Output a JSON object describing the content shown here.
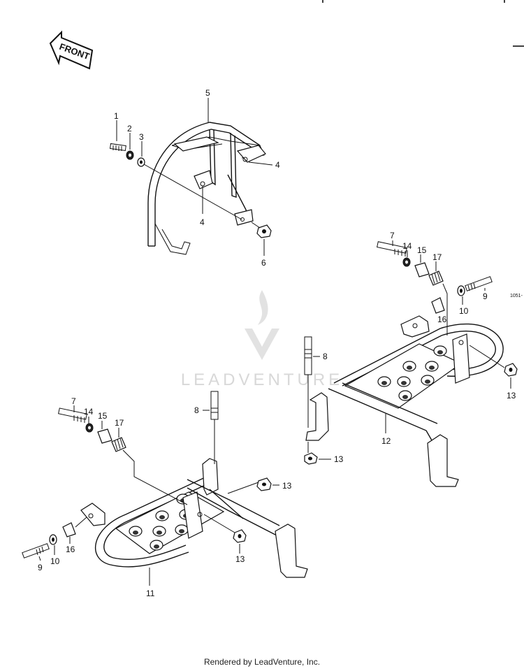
{
  "front_arrow": {
    "label": "FRONT"
  },
  "ref_code": "1051-",
  "watermark": "LEADVENTURE",
  "footer": "Rendered by LeadVenture, Inc.",
  "callouts": {
    "c1": "1",
    "c2": "2",
    "c3": "3",
    "c4a": "4",
    "c4b": "4",
    "c5": "5",
    "c6": "6",
    "r7": "7",
    "r14": "14",
    "r15": "15",
    "r17": "17",
    "r9": "9",
    "r10": "10",
    "r16": "16",
    "r8": "8",
    "r13a": "13",
    "r13b": "13",
    "r12": "12",
    "l7": "7",
    "l14": "14",
    "l15": "15",
    "l17": "17",
    "l8": "8",
    "l13a": "13",
    "l9": "9",
    "l10": "10",
    "l16": "16",
    "l13b": "13",
    "l11": "11"
  }
}
